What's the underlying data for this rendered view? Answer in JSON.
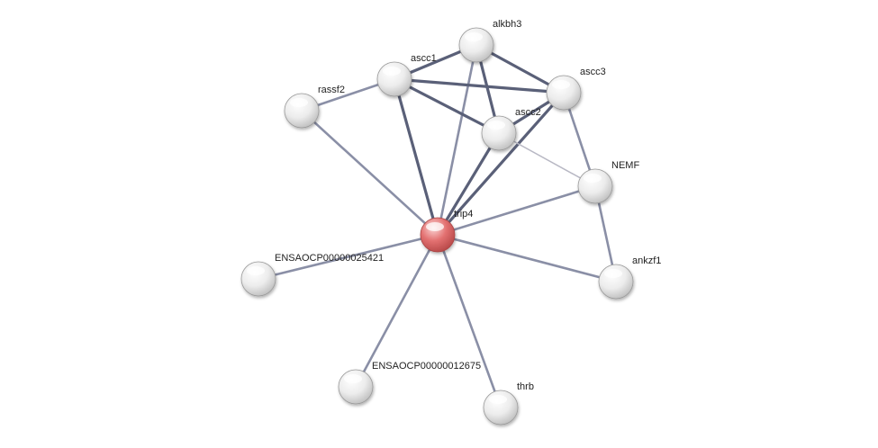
{
  "colors": {
    "background": "#ffffff",
    "node_default": "#e6e6e6",
    "node_highlight": "#e37171",
    "edge_strong": "#5a6078",
    "edge_medium": "#8a8fa6",
    "edge_weak": "#b8b8c4"
  },
  "nodes": [
    {
      "id": "trip4",
      "label": "trip4",
      "highlight": true
    },
    {
      "id": "alkbh3",
      "label": "alkbh3"
    },
    {
      "id": "ascc1",
      "label": "ascc1"
    },
    {
      "id": "ascc3",
      "label": "ascc3"
    },
    {
      "id": "ascc2",
      "label": "ascc2"
    },
    {
      "id": "rassf2",
      "label": "rassf2"
    },
    {
      "id": "NEMF",
      "label": "NEMF"
    },
    {
      "id": "ankzf1",
      "label": "ankzf1"
    },
    {
      "id": "ENSAOCP00000025421",
      "label": "ENSAOCP00000025421"
    },
    {
      "id": "ENSAOCP00000012675",
      "label": "ENSAOCP00000012675"
    },
    {
      "id": "thrb",
      "label": "thrb"
    }
  ],
  "edges": [
    {
      "source": "alkbh3",
      "target": "ascc1",
      "weight": "strong"
    },
    {
      "source": "alkbh3",
      "target": "ascc3",
      "weight": "strong"
    },
    {
      "source": "alkbh3",
      "target": "ascc2",
      "weight": "strong"
    },
    {
      "source": "alkbh3",
      "target": "trip4",
      "weight": "medium"
    },
    {
      "source": "ascc1",
      "target": "ascc3",
      "weight": "strong"
    },
    {
      "source": "ascc1",
      "target": "ascc2",
      "weight": "strong"
    },
    {
      "source": "ascc1",
      "target": "trip4",
      "weight": "strong"
    },
    {
      "source": "ascc1",
      "target": "rassf2",
      "weight": "medium"
    },
    {
      "source": "ascc3",
      "target": "ascc2",
      "weight": "strong"
    },
    {
      "source": "ascc3",
      "target": "trip4",
      "weight": "strong"
    },
    {
      "source": "ascc3",
      "target": "NEMF",
      "weight": "medium"
    },
    {
      "source": "ascc2",
      "target": "trip4",
      "weight": "strong"
    },
    {
      "source": "ascc2",
      "target": "NEMF",
      "weight": "weak"
    },
    {
      "source": "rassf2",
      "target": "trip4",
      "weight": "medium"
    },
    {
      "source": "NEMF",
      "target": "trip4",
      "weight": "medium"
    },
    {
      "source": "NEMF",
      "target": "ankzf1",
      "weight": "medium"
    },
    {
      "source": "ankzf1",
      "target": "trip4",
      "weight": "medium"
    },
    {
      "source": "ENSAOCP00000025421",
      "target": "trip4",
      "weight": "medium"
    },
    {
      "source": "ENSAOCP00000012675",
      "target": "trip4",
      "weight": "medium"
    },
    {
      "source": "thrb",
      "target": "trip4",
      "weight": "medium"
    }
  ]
}
